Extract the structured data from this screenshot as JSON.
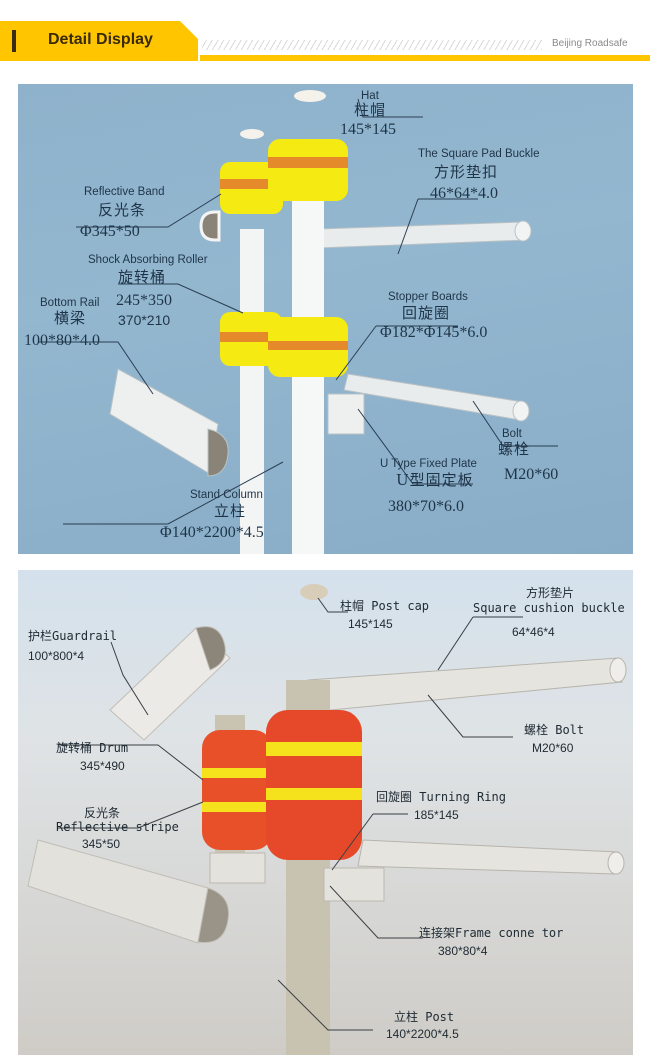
{
  "header": {
    "title": "Detail Display",
    "brand": "Beijing Roadsafe",
    "accent_color": "#ffc600"
  },
  "diagram_top": {
    "background": "#8fb2cc",
    "drum_color": "#f5ea12",
    "band_color": "#e58a2a",
    "labels": {
      "hat": {
        "en": "Hat",
        "zh": "柱帽",
        "dim": "145*145"
      },
      "square_pad_buckle": {
        "en": "The Square Pad Buckle",
        "zh": "方形垫扣",
        "dim": "46*64*4.0"
      },
      "reflective_band": {
        "en": "Reflective Band",
        "zh": "反光条",
        "dim": "Φ345*50"
      },
      "shock_roller": {
        "en": "Shock Absorbing Roller",
        "zh": "旋转桶",
        "dim": "245*350",
        "dim2": "370*210"
      },
      "bottom_rail": {
        "en": "Bottom Rail",
        "zh": "横梁",
        "dim": "100*80*4.0"
      },
      "stopper_boards": {
        "en": "Stopper Boards",
        "zh": "回旋圈",
        "dim": "Φ182*Φ145*6.0"
      },
      "bolt": {
        "en": "Bolt",
        "zh": "螺栓",
        "dim": "M20*60"
      },
      "u_plate": {
        "en": "U Type Fixed Plate",
        "zh": "U型固定板",
        "dim": "380*70*6.0"
      },
      "stand_column": {
        "en": "Stand Column",
        "zh": "立柱",
        "dim": "Φ140*2200*4.5"
      }
    }
  },
  "diagram_bottom": {
    "background": "#dadfe3",
    "drum_color": "#e8502a",
    "stripe_color": "#f6e21c",
    "labels": {
      "guardrail": {
        "en": "护栏Guardrail",
        "dim": "100*800*4"
      },
      "post_cap": {
        "en": "柱帽 Post cap",
        "dim": "145*145"
      },
      "square_cushion": {
        "zh": "方形垫片",
        "en": "Square cushion buckle",
        "dim": "64*46*4"
      },
      "bolt": {
        "en": "螺栓 Bolt",
        "dim": "M20*60"
      },
      "drum": {
        "en": "旋转桶 Drum",
        "dim": "345*490"
      },
      "reflective_stripe": {
        "zh": "反光条",
        "en": "Reflective stripe",
        "dim": "345*50"
      },
      "turning_ring": {
        "en": "回旋圈 Turning Ring",
        "dim": "185*145"
      },
      "frame_connector": {
        "en": "连接架Frame conne tor",
        "dim": "380*80*4"
      },
      "post": {
        "en": "立柱 Post",
        "dim": "140*2200*4.5"
      }
    }
  }
}
